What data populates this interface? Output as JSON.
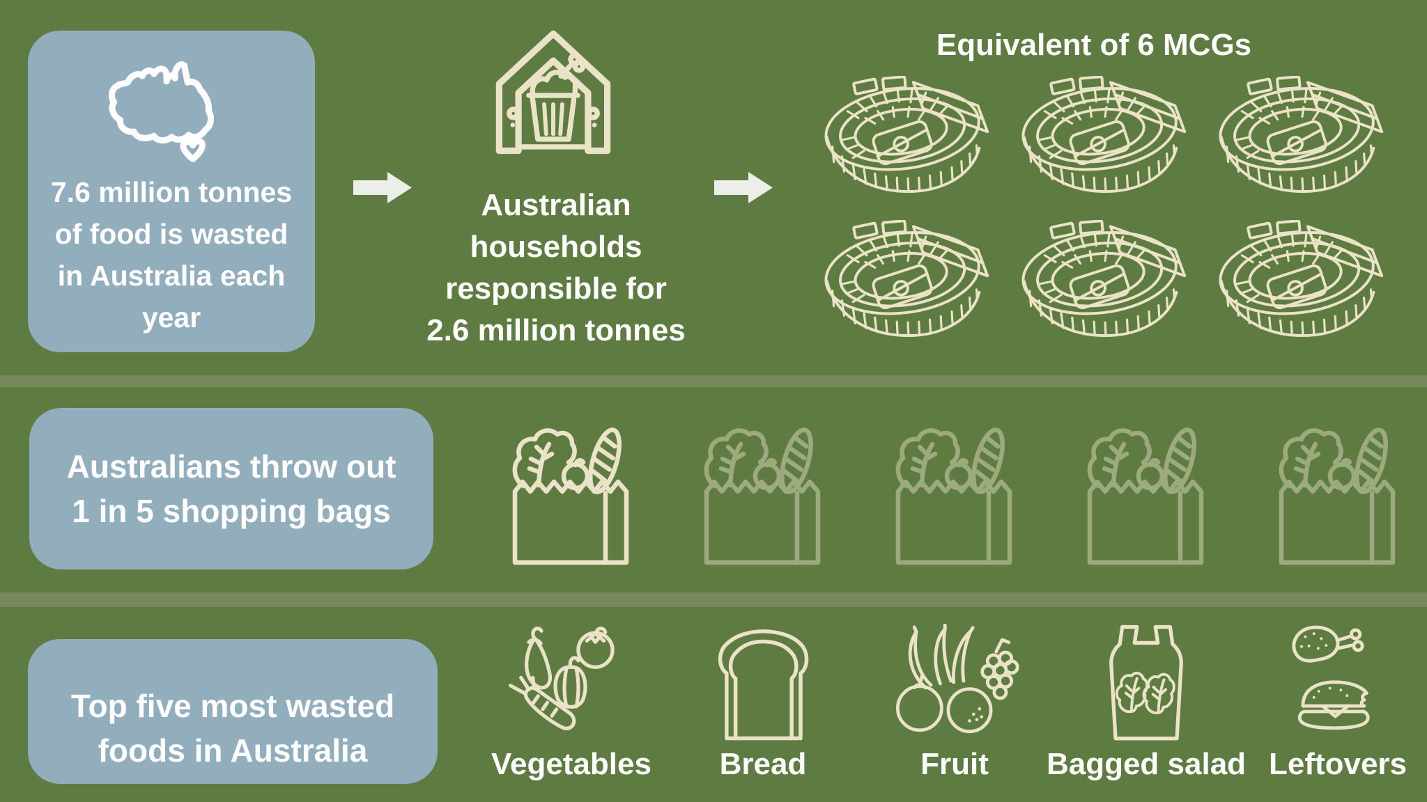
{
  "colors": {
    "background": "#5e7b41",
    "divider": "#77895c",
    "card": "#92adbc",
    "icon_cream": "#ebe3c8",
    "text_white": "#ffffff",
    "arrow": "#eceeea"
  },
  "top_section": {
    "stat_card": {
      "icon": "australia-map-icon",
      "lines": [
        "7.6 million tonnes",
        "of food is wasted",
        "in Australia each",
        "year"
      ]
    },
    "arrow_icon": "right-arrow-icon",
    "household": {
      "icon": "house-food-waste-icon",
      "lines": [
        "Australian",
        "households",
        "responsible for",
        "2.6 million tonnes"
      ]
    },
    "mcg": {
      "title": "Equivalent of 6 MCGs",
      "stadium_icon": "mcg-stadium-icon",
      "stadium_count": 6,
      "layout": "2 rows x 3 columns"
    }
  },
  "middle_section": {
    "card_lines": [
      "Australians throw out",
      "1 in 5 shopping bags"
    ],
    "bag_icon": "shopping-bag-icon",
    "bags_total": 5,
    "bags_highlighted": 1
  },
  "bottom_section": {
    "card_lines": [
      "Top five most wasted",
      "foods in Australia"
    ],
    "foods": [
      {
        "label": "Vegetables",
        "icon": "vegetables-icon"
      },
      {
        "label": "Bread",
        "icon": "bread-icon"
      },
      {
        "label": "Fruit",
        "icon": "fruit-icon"
      },
      {
        "label": "Bagged salad",
        "icon": "bagged-salad-icon"
      },
      {
        "label": "Leftovers",
        "icon": "leftovers-icon"
      }
    ]
  }
}
